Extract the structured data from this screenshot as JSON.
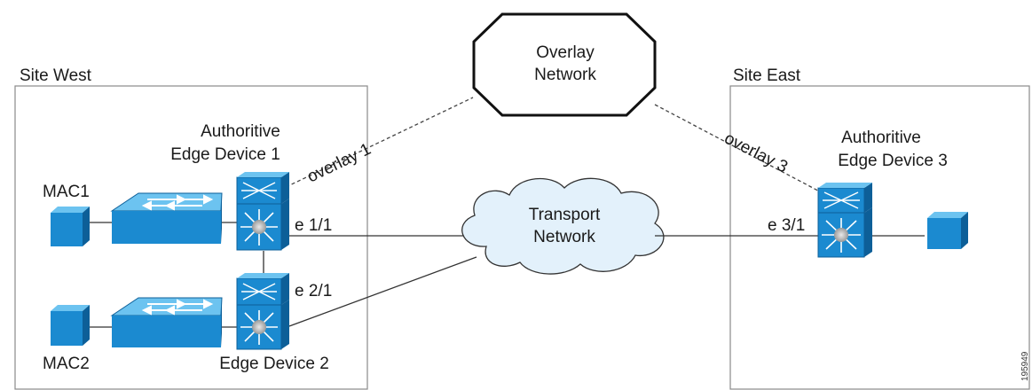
{
  "sites": {
    "west": "Site West",
    "east": "Site East"
  },
  "overlay": {
    "line1": "Overlay",
    "line2": "Network"
  },
  "transport": {
    "line1": "Transport",
    "line2": "Network"
  },
  "devices": {
    "aed1": {
      "line1": "Authoritive",
      "line2": "Edge Device 1"
    },
    "ed2": {
      "line1": "Edge Device 2"
    },
    "aed3": {
      "line1": "Authoritive",
      "line2": "Edge Device 3"
    }
  },
  "hosts": {
    "mac1": "MAC1",
    "mac2": "MAC2"
  },
  "interfaces": {
    "e11": "e 1/1",
    "e21": "e 2/1",
    "e31": "e 3/1"
  },
  "overlay_links": {
    "o1": "overlay 1",
    "o3": "overlay 3"
  },
  "figure_id": "195949",
  "colors": {
    "device_blue": "#1b8ad0",
    "device_light": "#6cc3f0",
    "site_border": "#8a8a8a"
  }
}
